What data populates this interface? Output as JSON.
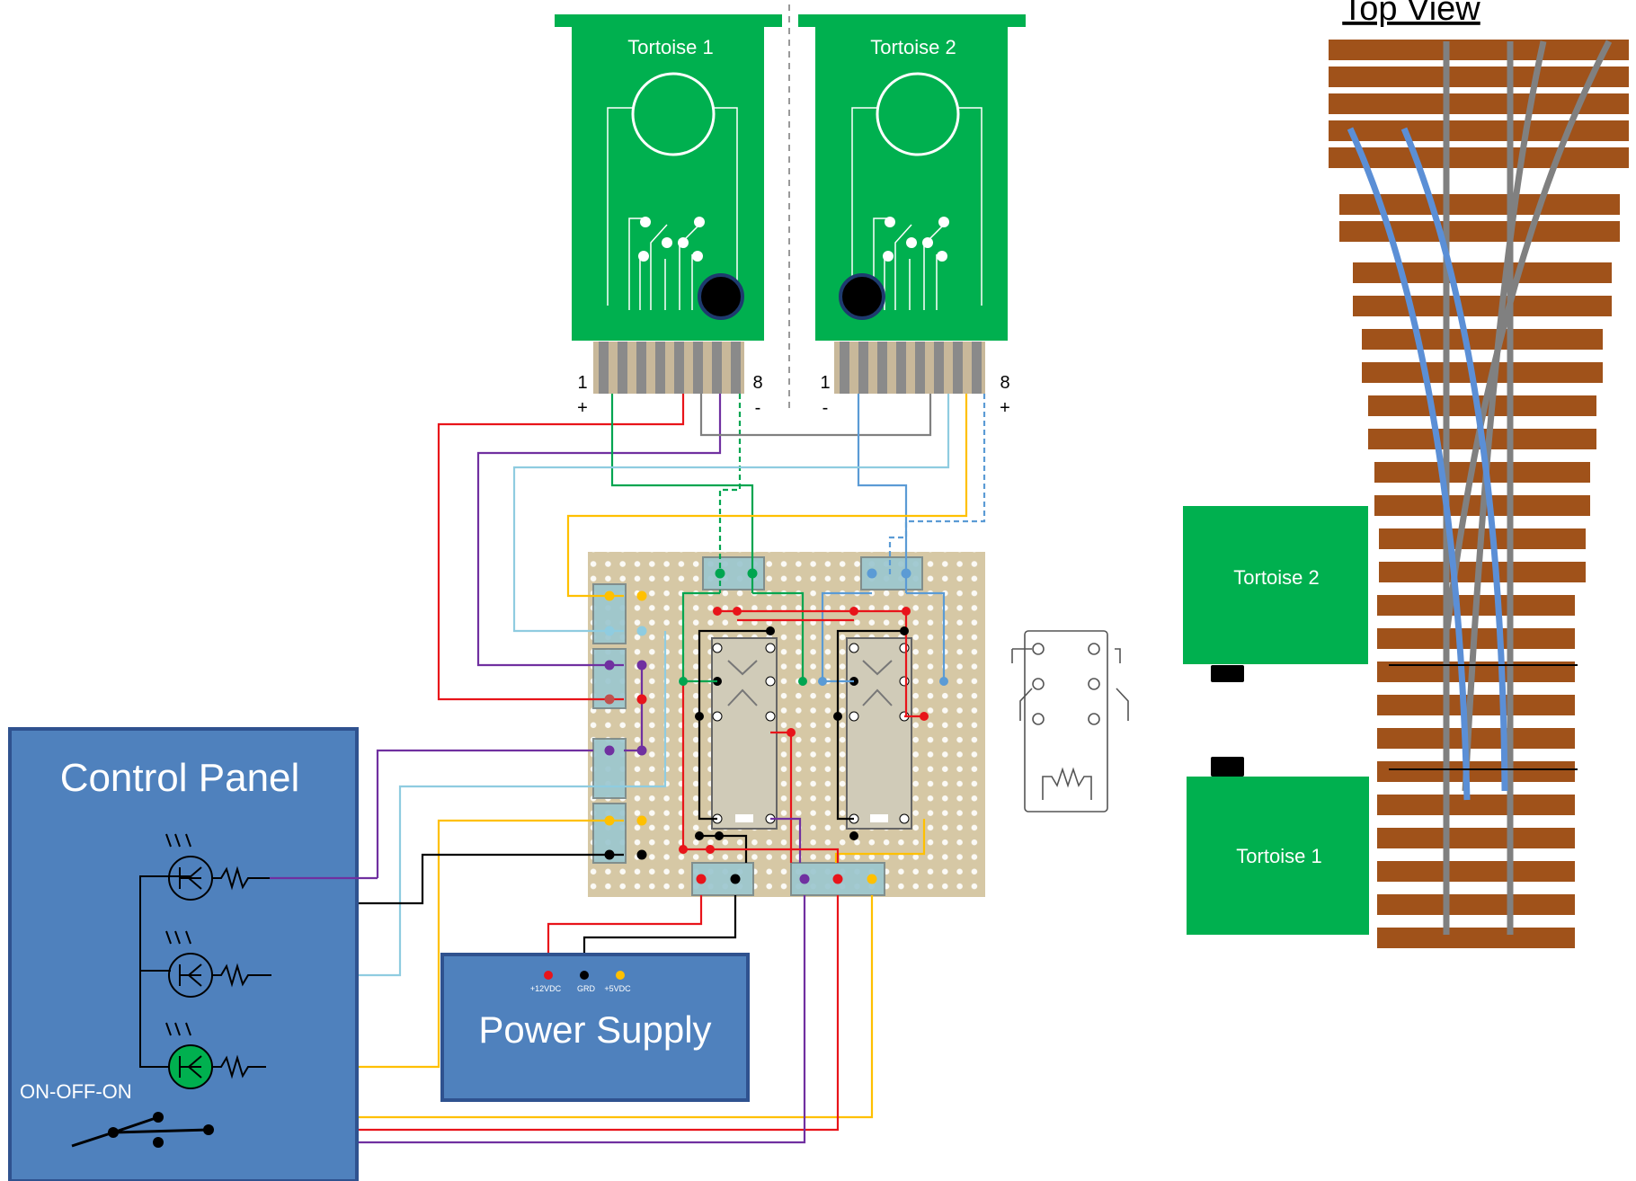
{
  "tortoise_cards": [
    {
      "label": "Tortoise 1",
      "pin_first": "1",
      "pin_last": "8",
      "pol_first": "+",
      "pol_last": "-"
    },
    {
      "label": "Tortoise 2",
      "pin_first": "1",
      "pin_last": "8",
      "pol_first": "-",
      "pol_last": "+"
    }
  ],
  "control_panel": {
    "title": "Control Panel",
    "switch_label": "ON-OFF-ON"
  },
  "power_supply": {
    "title": "Power Supply",
    "terminals": [
      "+12VDC",
      "GRD",
      "+5VDC"
    ]
  },
  "top_view": {
    "title": "Top View",
    "machines": [
      "Tortoise 2",
      "Tortoise 1"
    ]
  },
  "colors": {
    "pcb_green": "#00b04f",
    "panel_blue": "#4f81bd",
    "panel_border": "#2f528f",
    "protoboard": "#d6c8a5",
    "tie_brown": "#a0521a",
    "rail_gray": "#808080",
    "route_blue": "#5b8fd6",
    "wire_red": "#e8141a",
    "wire_purple": "#7030a0",
    "wire_lightblue": "#8fcce0",
    "wire_yellow": "#ffc000",
    "wire_green": "#00a550",
    "wire_blue": "#5b9bd5",
    "wire_black": "#111111",
    "wire_gray": "#808080"
  },
  "icons": [
    "tortoise-card",
    "led-icon",
    "resistor-icon",
    "toggle-switch-icon",
    "relay-icon",
    "turnout-track"
  ]
}
